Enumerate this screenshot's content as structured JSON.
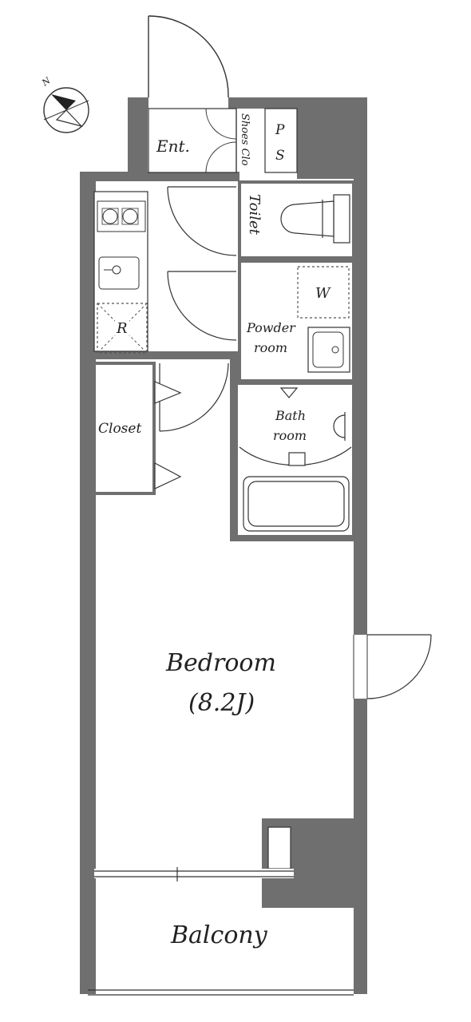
{
  "compass": {
    "north_label": "N"
  },
  "rooms": {
    "entrance": "Ent.",
    "shoes_closet": "Shoes Clo",
    "ps_p": "P",
    "ps_s": "S",
    "toilet": "Toilet",
    "washer": "W",
    "powder_line1": "Powder",
    "powder_line2": "room",
    "refrigerator": "R",
    "closet": "Closet",
    "bath_line1": "Bath",
    "bath_line2": "room",
    "bedroom": "Bedroom",
    "bedroom_size": "(8.2J)",
    "balcony": "Balcony"
  },
  "colors": {
    "wall": "#6f6f6f",
    "line": "#333333",
    "background": "#ffffff"
  }
}
